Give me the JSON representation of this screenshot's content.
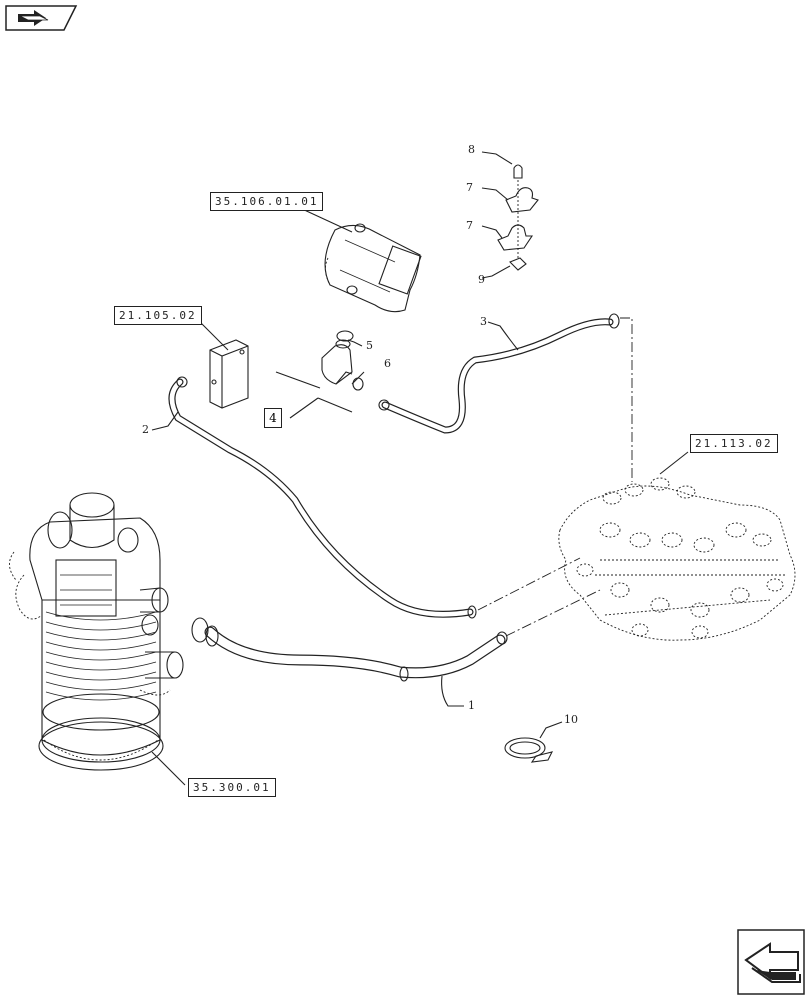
{
  "references": {
    "ref_35_106": "35.106.01.01",
    "ref_21_105": "21.105.02",
    "ref_21_113": "21.113.02",
    "ref_35_300": "35.300.01"
  },
  "callouts": {
    "c1": "1",
    "c2": "2",
    "c3": "3",
    "c4": "4",
    "c5": "5",
    "c6": "6",
    "c7a": "7",
    "c7b": "7",
    "c8": "8",
    "c9": "9",
    "c10": "10"
  },
  "icons": {
    "top_left": "arrow-book-icon",
    "bottom_right": "next-page-arrow-icon"
  }
}
